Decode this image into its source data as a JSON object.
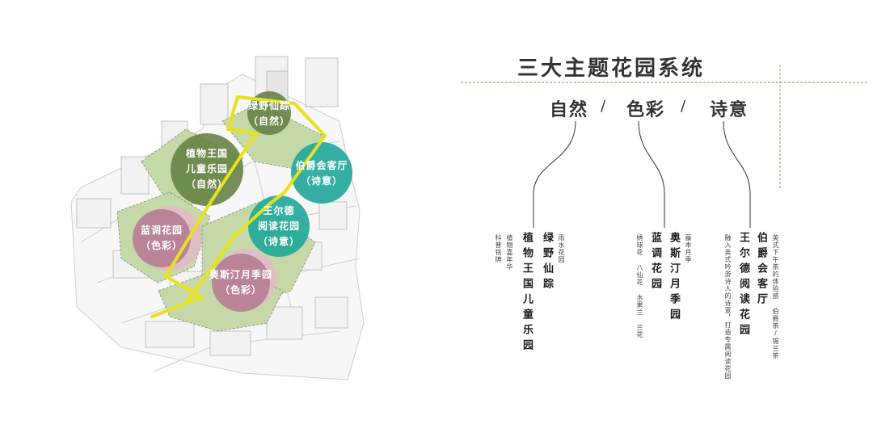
{
  "title": "三大主题花园系统",
  "themes": [
    {
      "label": "自然"
    },
    {
      "label": "色彩"
    },
    {
      "label": "诗意"
    }
  ],
  "separator": "/",
  "map_gardens": [
    {
      "line1": "绿野仙踪",
      "line2": "（自然）",
      "color": "#5f7d3e"
    },
    {
      "line1": "植物王国",
      "line2": "儿童乐园",
      "line3": "（自然）",
      "color": "#5f7d3e"
    },
    {
      "line1": "伯爵会客厅",
      "line2": "（诗意）",
      "color": "#1fa69a"
    },
    {
      "line1": "王尔德",
      "line2": "阅读花园",
      "line3": "（诗意）",
      "color": "#1fa69a"
    },
    {
      "line1": "蓝调花园",
      "line2": "（色彩）",
      "color": "#b47891"
    },
    {
      "line1": "奥斯汀月季园",
      "line2": "（色彩）",
      "color": "#b47891"
    }
  ],
  "columns": {
    "nature": {
      "desc_a": "科普铭牌",
      "desc_b": "植物嘉年华",
      "name_a": "植物王国儿童乐园",
      "name_b": "绿野仙踪",
      "desc_c": "雨水花园"
    },
    "color": {
      "desc_a": "绣球花 八仙花 水果兰 兰花",
      "name_a": "蓝调花园",
      "name_b": "奥斯汀月季园",
      "desc_b": "藤本月季"
    },
    "poetry": {
      "desc_a": "融入英式吟游诗人的诗意，打造专属阅读花园",
      "name_a": "王尔德阅读花园",
      "name_b": "伯爵会客厅",
      "desc_b": "英式下午茶的体验感 伯爵茶/锡兰茶"
    }
  },
  "colors": {
    "route": "#e8e21c",
    "lawn": "#c5d9a8",
    "divider": "#8a8f5c"
  }
}
